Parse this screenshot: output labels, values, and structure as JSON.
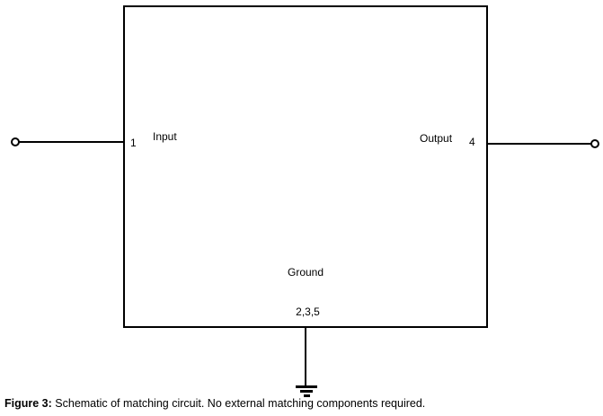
{
  "schematic": {
    "block": {
      "input_label": "Input",
      "input_pin": "1",
      "output_label": "Output",
      "output_pin": "4",
      "ground_label": "Ground",
      "ground_pins": "2,3,5"
    },
    "colors": {
      "line": "#000000",
      "background": "#ffffff"
    }
  },
  "figure": {
    "caption_label": "Figure 3:",
    "caption_text": "Schematic of matching circuit. No external matching components required."
  }
}
